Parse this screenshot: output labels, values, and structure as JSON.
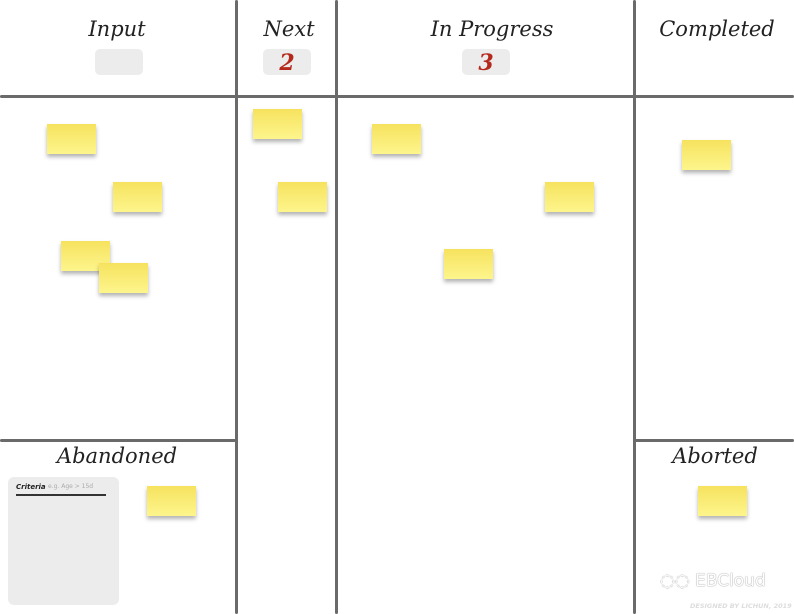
{
  "columns": [
    {
      "title": "Input",
      "count": ""
    },
    {
      "title": "Next",
      "count": "2"
    },
    {
      "title": "In Progress",
      "count": "3"
    },
    {
      "title": "Completed"
    }
  ],
  "lanes": {
    "abandoned": "Abandoned",
    "aborted": "Aborted"
  },
  "criteria": {
    "label": "Criteria",
    "placeholder": "e.g. Age > 15d"
  },
  "watermark": {
    "brand": "EBCloud",
    "icon": "wechat-icon",
    "credit": "DESIGNED BY LICHUN, 2019"
  },
  "colors": {
    "sticky": "#f8e86a",
    "counter_text": "#b5291c",
    "lines": "#6a6a6a"
  }
}
